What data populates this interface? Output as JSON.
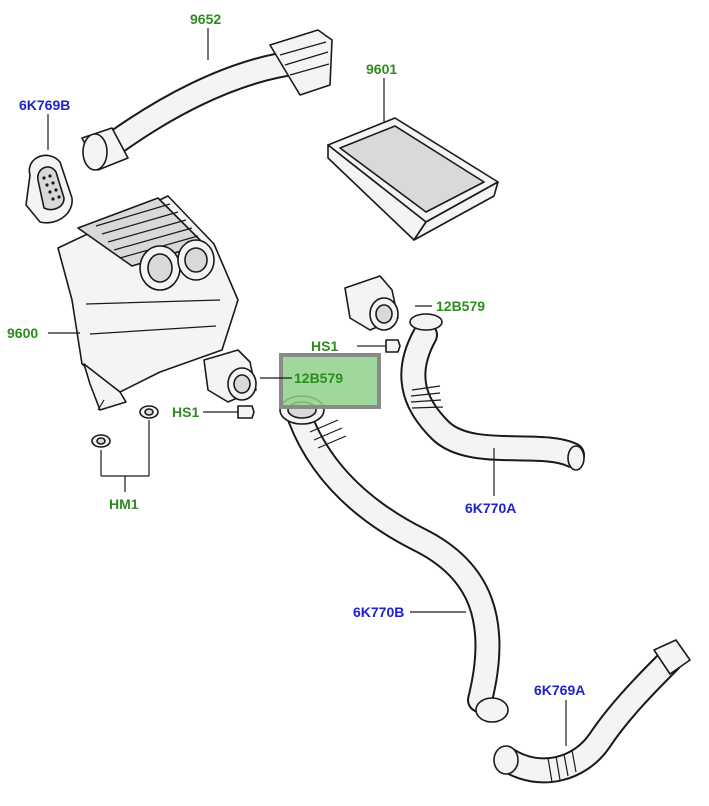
{
  "diagram": {
    "labels": {
      "p9652": "9652",
      "p9601": "9601",
      "p6K769B": "6K769B",
      "p9600": "9600",
      "p12B579_top": "12B579",
      "p12B579_mid": "12B579",
      "pHS1_top": "HS1",
      "pHS1_mid": "HS1",
      "pHM1": "HM1",
      "p6K770A": "6K770A",
      "p6K770B": "6K770B",
      "p6K769A": "6K769A"
    },
    "colors": {
      "supersession_label": "#2e8b1f",
      "part_label": "#1f22c8",
      "highlight": "#8fd08a"
    },
    "highlighted_part": "12B579"
  }
}
